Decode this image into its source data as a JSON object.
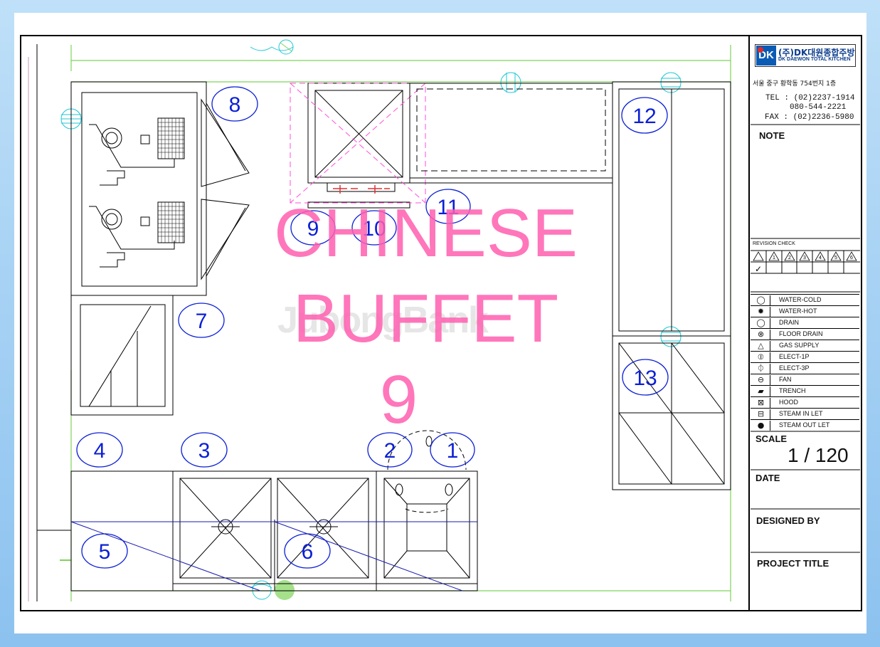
{
  "company": {
    "logo_mark": "DK",
    "name_ko": "(주)DK대원종합주방",
    "name_en": "DK DAEWON TOTAL KITCHEN",
    "address": "서울 중구 황학동 754번지 1층",
    "tel": "TEL : (02)2237-1914",
    "tel2": "080-544-2221",
    "fax": "FAX : (02)2236-5980"
  },
  "title_block": {
    "note_label": "NOTE",
    "revision_label": "REVISION CHECK",
    "revision_marks": [
      "1",
      "2",
      "3",
      "4",
      "5",
      "6"
    ],
    "revision_check": "✓",
    "scale_label": "SCALE",
    "scale_value": "1 / 120",
    "date_label": "DATE",
    "designed_by_label": "DESIGNED BY",
    "project_title_label": "PROJECT TITLE"
  },
  "legend": [
    {
      "symbol": "water-cold-icon",
      "label": "WATER-COLD"
    },
    {
      "symbol": "water-hot-icon",
      "label": "WATER-HOT"
    },
    {
      "symbol": "drain-icon",
      "label": "DRAIN"
    },
    {
      "symbol": "floor-drain-icon",
      "label": "FLOOR DRAIN"
    },
    {
      "symbol": "gas-supply-icon",
      "label": "GAS SUPPLY"
    },
    {
      "symbol": "elect-1p-icon",
      "label": "ELECT-1P"
    },
    {
      "symbol": "elect-3p-icon",
      "label": "ELECT-3P"
    },
    {
      "symbol": "fan-icon",
      "label": "FAN"
    },
    {
      "symbol": "trench-icon",
      "label": "TRENCH"
    },
    {
      "symbol": "hood-icon",
      "label": "HOOD"
    },
    {
      "symbol": "steam-inlet-icon",
      "label": "STEAM IN LET"
    },
    {
      "symbol": "steam-outlet-icon",
      "label": "STEAM OUT LET"
    }
  ],
  "equipment_numbers": [
    "1",
    "2",
    "3",
    "4",
    "5",
    "6",
    "7",
    "8",
    "9",
    "10",
    "11",
    "12",
    "13"
  ],
  "overlay": {
    "line1": "CHINESE",
    "line2": "BUFFET",
    "line3": "9",
    "watermark": "JubongBank"
  },
  "colors": {
    "label_blue": "#0b1fd6",
    "wall_green": "#7fd35a",
    "utility_cyan": "#1fc7d6",
    "hood_magenta": "#ff4fd8",
    "overlay_pink": "#ff5fb0"
  }
}
